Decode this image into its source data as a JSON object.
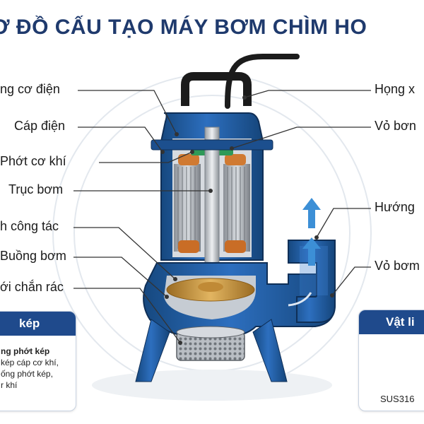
{
  "title": "Ơ ĐỒ CẤU TẠO MÁY BƠM CHÌM HO",
  "left_labels": [
    "ng cơ điện",
    "Cáp điện",
    "Phớt cơ khí",
    "Trục bơm",
    "h công tác",
    "Buồng bơm",
    "ới chắn rác"
  ],
  "right_labels": [
    "Họng x",
    "Vỏ bơn",
    "Hướng",
    "Vỏ bơm"
  ],
  "left_card": {
    "header": "kép",
    "bold_line": "ng phớt kép",
    "lines": [
      "kép cáp cơ khí,",
      "ống phớt kép,",
      "r khí"
    ]
  },
  "right_card": {
    "header": "Vật li",
    "item_label": "SUS316"
  },
  "colors": {
    "title": "#1f3a6d",
    "pump_blue": "#1f5ea8",
    "accent_arrow": "#3c8fd6",
    "card_header": "#1f4a8c"
  }
}
